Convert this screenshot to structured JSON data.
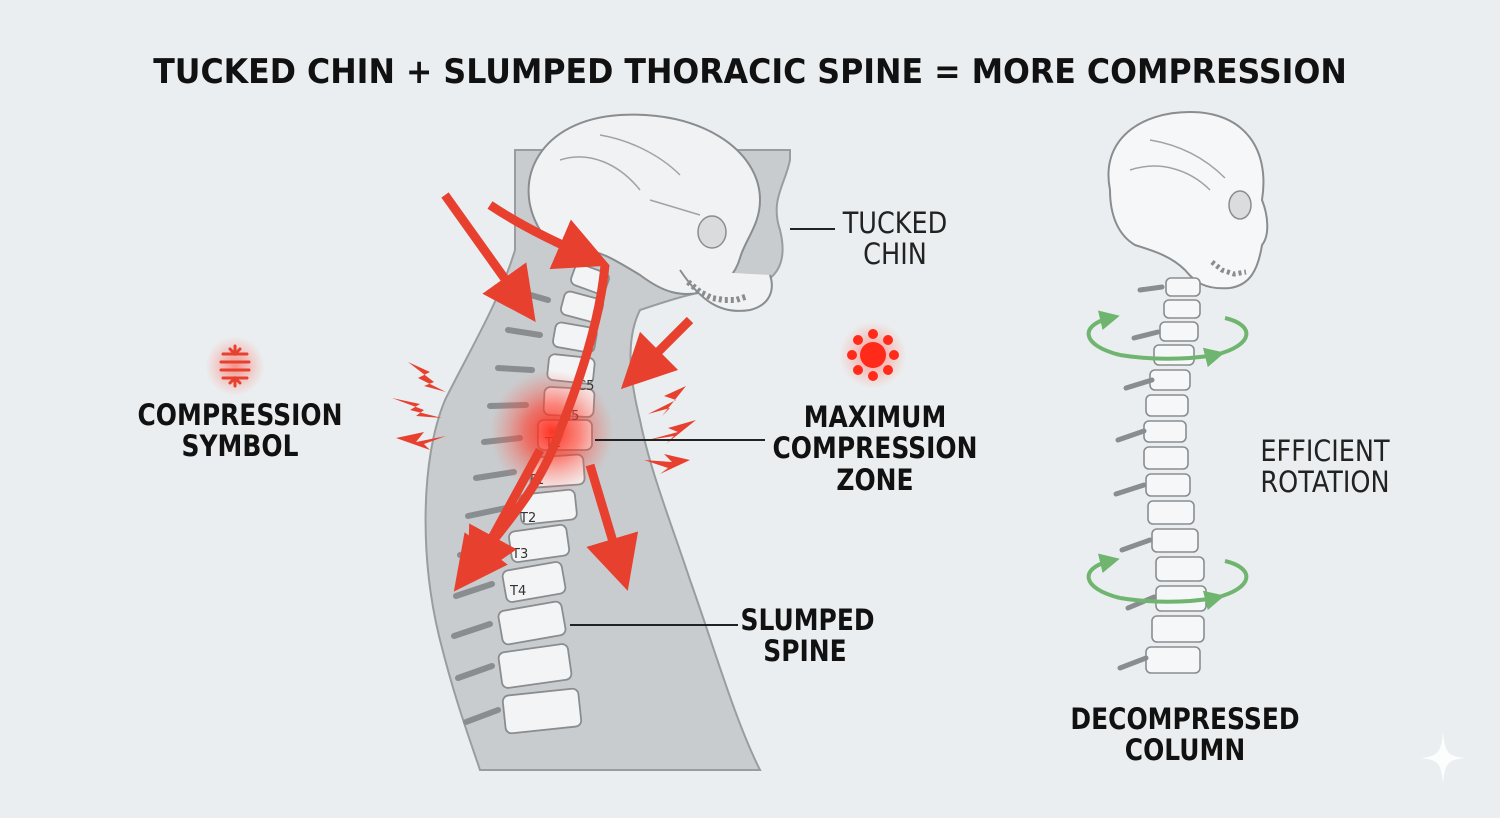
{
  "title": "TUCKED CHIN + SLUMPED THORACIC SPINE = MORE COMPRESSION",
  "labels": {
    "compression_symbol": [
      "COMPRESSION",
      "SYMBOL"
    ],
    "tucked_chin": [
      "TUCKED",
      "CHIN"
    ],
    "max_zone": [
      "MAXIMUM",
      "COMPRESSION",
      "ZONE"
    ],
    "slumped_spine": [
      "SLUMPED",
      "SPINE"
    ],
    "efficient_rotation": [
      "EFFICIENT",
      "ROTATION"
    ],
    "decompressed_column": [
      "DECOMPRESSED",
      "COLUMN"
    ]
  },
  "vertebra_labels": [
    "C5",
    "C5",
    "T1",
    "T1",
    "T2",
    "T3",
    "T4"
  ],
  "colors": {
    "background": "#ebeef0",
    "compression_red": "#e8402f",
    "rotation_green": "#6fb56f",
    "body_gray": "#c9cccf",
    "bone_outline": "#8a8d90"
  },
  "icons": [
    "compression-symbol-icon",
    "max-compression-burst-icon",
    "rotation-arrow-icon",
    "sparkle-icon"
  ]
}
